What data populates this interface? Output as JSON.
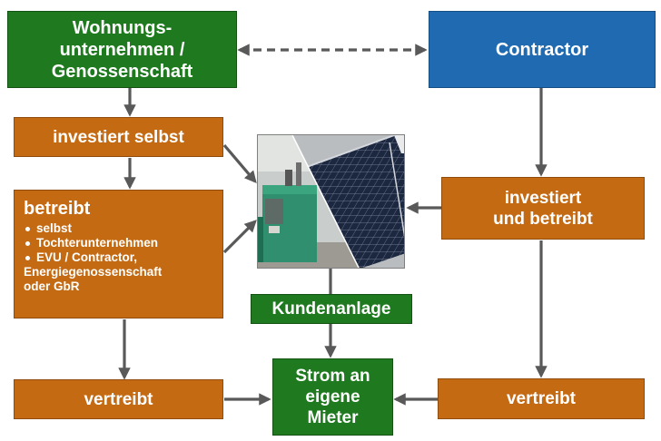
{
  "boxes": {
    "wohnung": [
      "Wohnungs-",
      "unternehmen /",
      "Genossenschaft"
    ],
    "contractor": "Contractor",
    "investiert_selbst": "investiert selbst",
    "betreibt": {
      "title": "betreibt",
      "items": [
        "selbst",
        "Tochterunternehmen",
        "EVU / Contractor,",
        "Energiegenossenschaft",
        "oder GbR"
      ]
    },
    "investiert_betreibt": [
      "investiert",
      "und betreibt"
    ],
    "kundenanlage": "Kundenanlage",
    "strom": [
      "Strom an",
      "eigene",
      "Mieter"
    ],
    "vertreibt_left": "vertreibt",
    "vertreibt_right": "vertreibt"
  },
  "colors": {
    "green": "#1f7a1f",
    "blue": "#1f6ab0",
    "orange": "#c46a12",
    "arrow": "#595959"
  },
  "image": {
    "content": "photo-combined-heat-power-unit-and-solar-panels"
  }
}
